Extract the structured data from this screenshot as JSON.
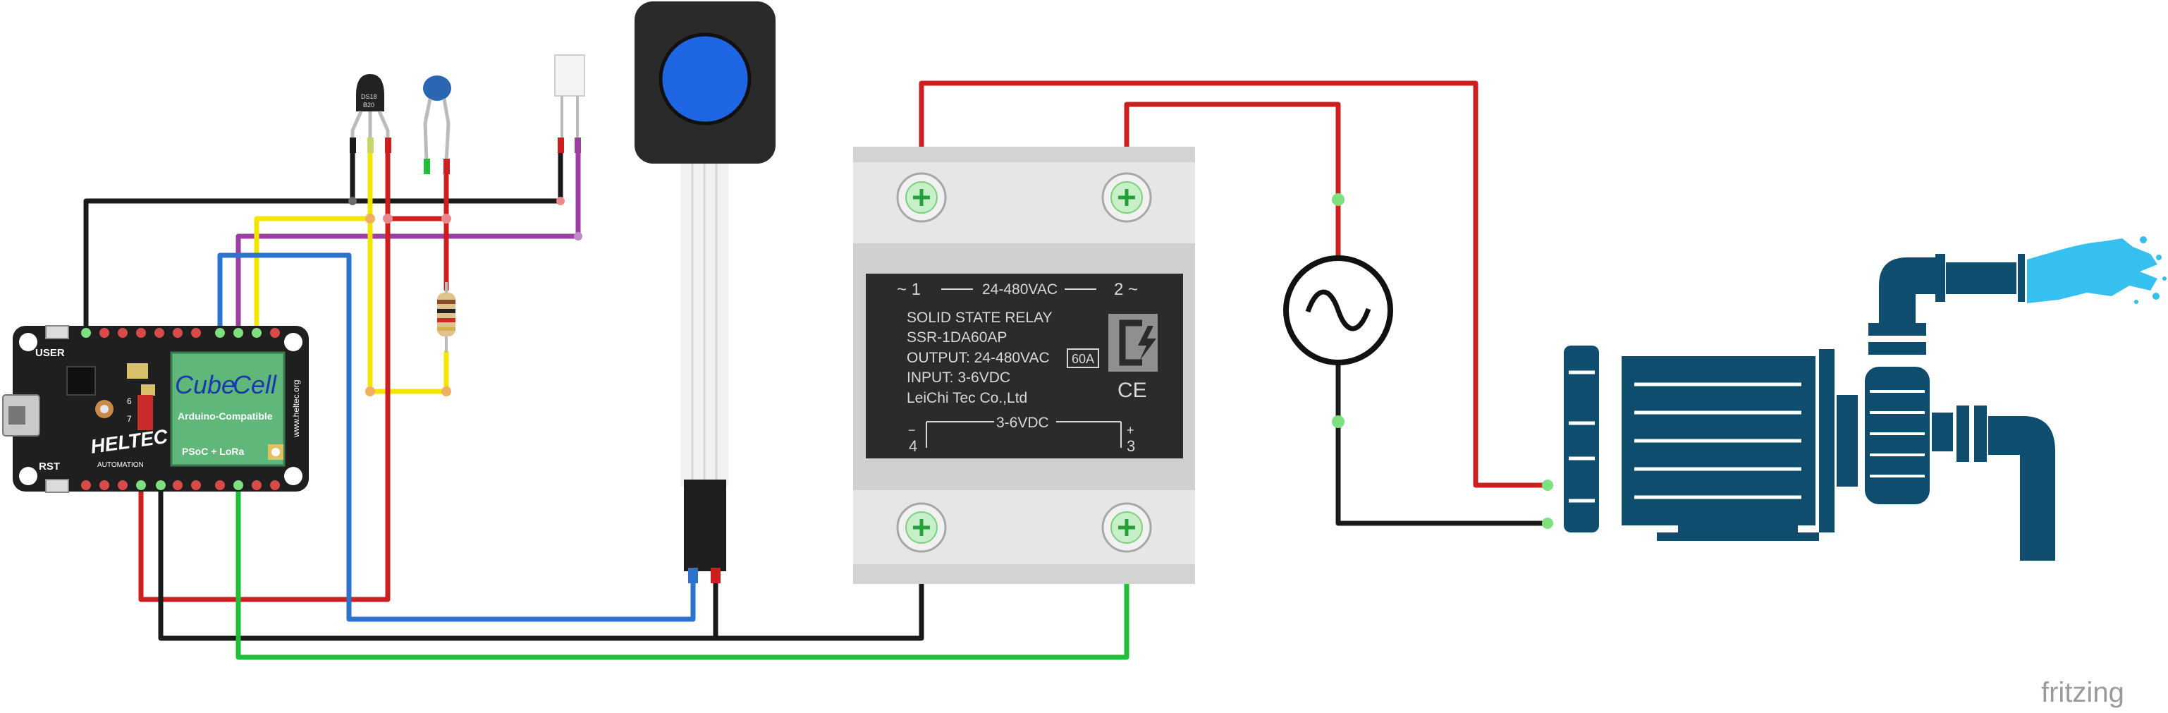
{
  "board": {
    "user_label": "USER",
    "rst_label": "RST",
    "brand": "HELTEC",
    "brand_sub": "AUTOMATION",
    "url": "www.heltec.org",
    "logo_left": "Cube",
    "logo_right": "Cell",
    "compat": "Arduino-Compatible",
    "chip": "PSoC + LoRa",
    "pin_a": "6",
    "pin_b": "7"
  },
  "sensor": {
    "marking_1": "DS18",
    "marking_2": "B20"
  },
  "relay": {
    "terminal_1": "~ 1",
    "voltage_range": "24-480VAC",
    "terminal_2": "2 ~",
    "line_1": "SOLID STATE RELAY",
    "line_2": "SSR-1DA60AP",
    "line_3": "OUTPUT: 24-480VAC",
    "amp_rating": "60A",
    "line_4": "INPUT: 3-6VDC",
    "line_5": "LeiChi Tec Co.,Ltd",
    "ce": "CE",
    "dc_range": "3-6VDC",
    "terminal_4": "4",
    "terminal_4_sign": "−",
    "terminal_3": "3",
    "terminal_3_sign": "+"
  },
  "watermark": "fritzing",
  "colors": {
    "wire_red": "#cc1f1f",
    "wire_black": "#1a1a1a",
    "wire_yellow": "#f2e600",
    "wire_purple": "#9b3fa3",
    "wire_blue": "#2b73cc",
    "wire_green": "#1fbf3a",
    "board_green": "#5fb87a",
    "pump_blue": "#0e4d6e",
    "water_blue": "#35c0ef",
    "button_blue": "#1f66e5"
  }
}
